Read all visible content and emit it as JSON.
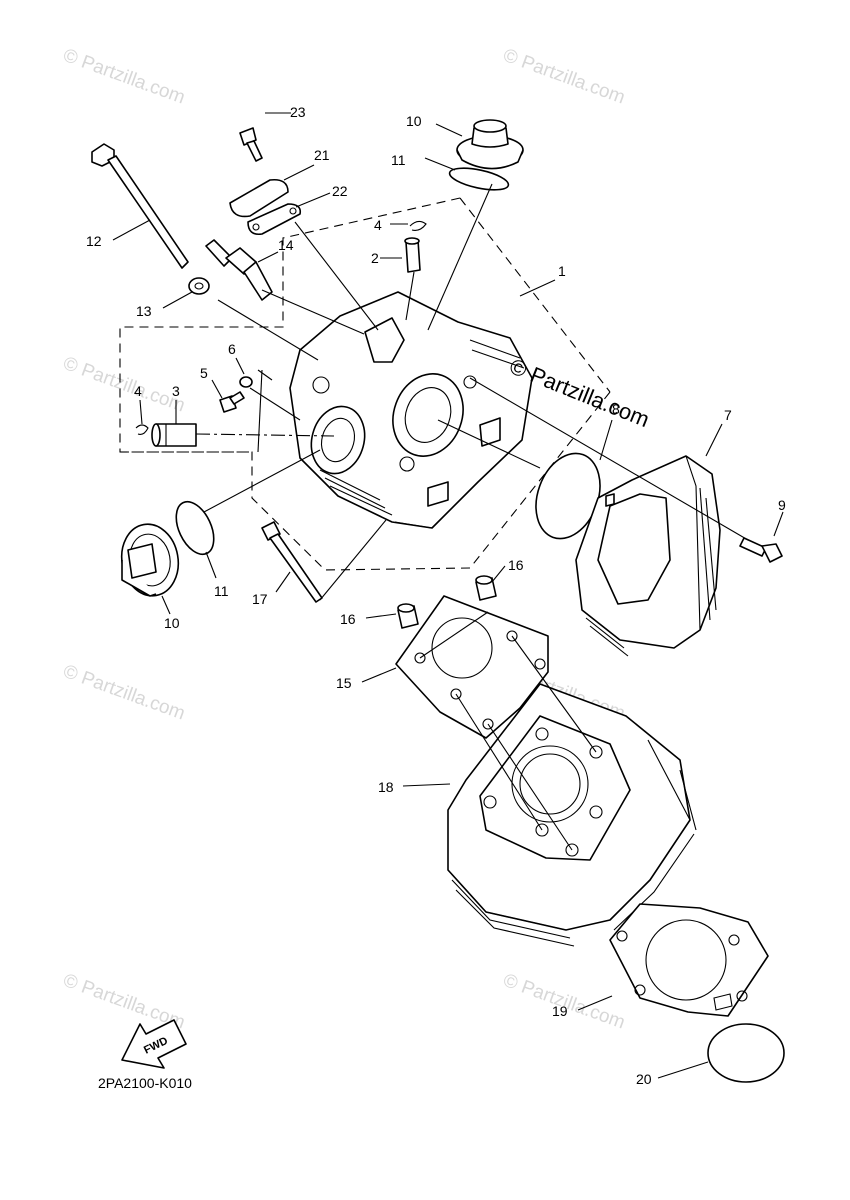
{
  "callouts": {
    "c1": "1",
    "c2": "2",
    "c3": "3",
    "c4a": "4",
    "c4b": "4",
    "c5": "5",
    "c6": "6",
    "c7": "7",
    "c8": "8",
    "c9": "9",
    "c10a": "10",
    "c10b": "10",
    "c11a": "11",
    "c11b": "11",
    "c12": "12",
    "c13": "13",
    "c14": "14",
    "c15": "15",
    "c16a": "16",
    "c16b": "16",
    "c17": "17",
    "c18": "18",
    "c19": "19",
    "c20": "20",
    "c21": "21",
    "c22": "22",
    "c23": "23"
  },
  "watermark": {
    "small": "© Partzilla.com",
    "large": "© Partzilla.com"
  },
  "fwd_arrow_label": "FWD",
  "diagram_code": "2PA2100-K010"
}
